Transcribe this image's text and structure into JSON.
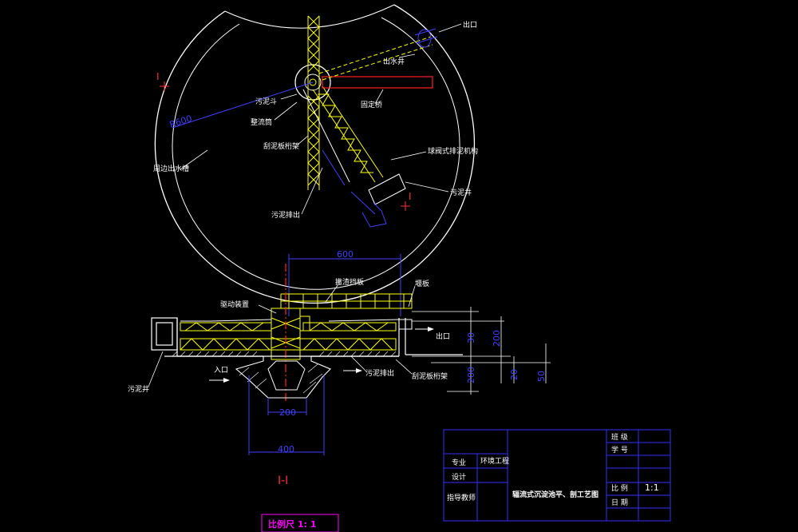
{
  "plan": {
    "label_outlet": "出口",
    "label_outlet_well": "出水井",
    "label_sludge_hopper": "污泥斗",
    "label_stabilizer": "整流筒",
    "label_scraper_frame": "刮泥板桁架",
    "label_peripheral_channel": "周边出水槽",
    "label_sludge_discharge": "污泥排出",
    "label_fixed_bridge": "固定桥",
    "label_valve_mechanism": "球阀式排泥机构",
    "label_sludge_well": "污泥井",
    "label_radius": "R600",
    "section_mark_left": "I",
    "section_mark_right": "I"
  },
  "section": {
    "title": "I-I",
    "label_scum_board": "撇渣挡板",
    "label_weir": "堰板",
    "label_drive": "驱动装置",
    "label_outlet": "出口",
    "label_inlet": "入口",
    "label_sludge_well": "污泥井",
    "label_sludge_discharge": "污泥排出",
    "label_scraper_frame": "刮泥板桁架",
    "dim_top": "600",
    "dim_30": "30",
    "dim_200a": "200",
    "dim_200b": "200",
    "dim_20": "20",
    "dim_50": "50",
    "dim_bottom_200": "200",
    "dim_bottom_400": "400"
  },
  "title_block": {
    "row1_right_a": "班 级",
    "row2_right_a": "学 号",
    "major_label": "专业",
    "major_value": "环境工程",
    "design_label": "设计",
    "advisor_label": "指导教师",
    "drawing_title": "辐流式沉淀池平、剖工艺图",
    "scale_label": "比 例",
    "scale_value": "1:1",
    "date_label": "日 期"
  },
  "footer": {
    "scale_note": "比例尺 1: 1"
  },
  "colors": {
    "background": "#000000",
    "lines": "#ffffff",
    "structure": "#ffff00",
    "dimension": "#4040ff",
    "section_mark": "#ff3030",
    "bridge": "#ff0000",
    "title_block": "#3030ff",
    "footer": "#ff00ff"
  }
}
